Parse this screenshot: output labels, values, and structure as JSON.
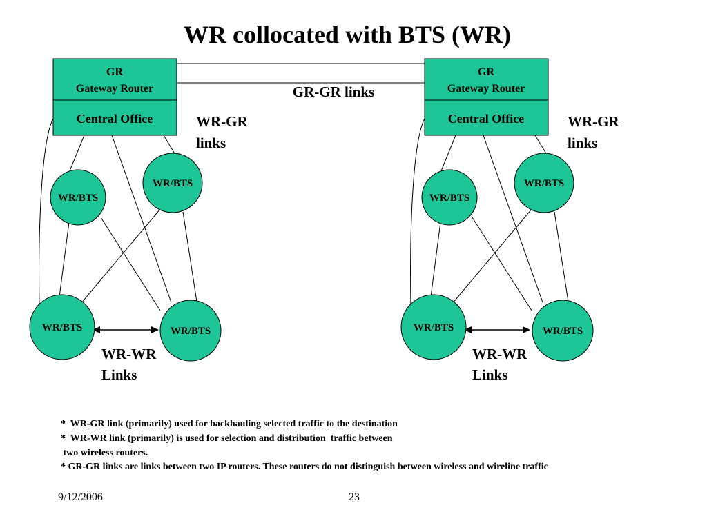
{
  "title": "WR collocated with BTS (WR)",
  "colors": {
    "node_fill": "#1ec596",
    "line": "#000000",
    "background": "#ffffff"
  },
  "gateway": {
    "line1": "GR",
    "line2": "Gateway Router",
    "office": "Central Office"
  },
  "node_label": "WR/BTS",
  "labels": {
    "gr_gr": "GR-GR links",
    "wr_gr_1": "WR-GR",
    "wr_gr_2": "links",
    "wr_wr_1": "WR-WR",
    "wr_wr_2": "Links"
  },
  "notes": [
    "*  WR-GR link (primarily) used for backhauling selected traffic to the destination",
    "*  WR-WR link (primarily) is used for selection and distribution  traffic between",
    " two wireless routers.",
    "* GR-GR links are links between two IP routers. These routers do not distinguish between wireless and wireline traffic"
  ],
  "footer": {
    "date": "9/12/2006",
    "page": "23"
  }
}
